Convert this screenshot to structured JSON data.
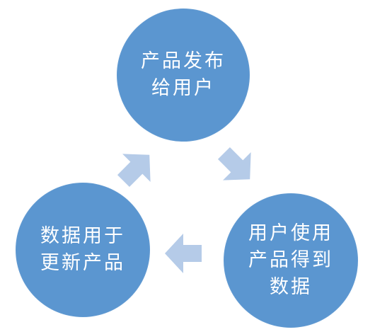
{
  "diagram": {
    "colors": {
      "circle_fill": "#5b96d0",
      "arrow_fill": "#b5cbe8",
      "text": "#ffffff"
    },
    "nodes": {
      "top": {
        "label": "产品发布\n给用户"
      },
      "right": {
        "label": "用户使用\n产品得到\n数据"
      },
      "left": {
        "label": "数据用于\n更新产品"
      }
    }
  }
}
